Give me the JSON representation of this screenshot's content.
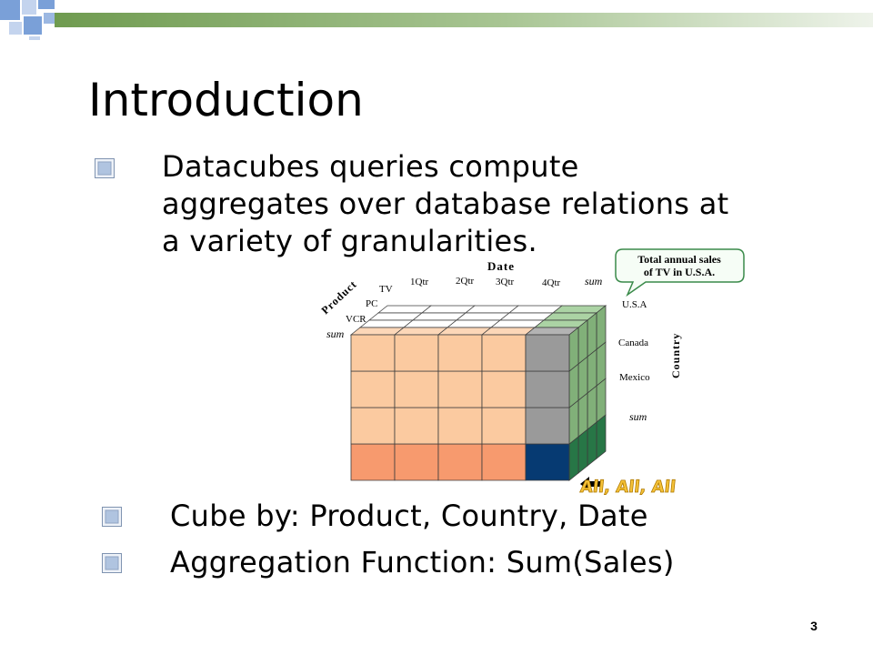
{
  "slide": {
    "title": "Introduction",
    "paragraph_lines": [
      "Datacubes queries compute",
      "aggregates over database relations at",
      "a variety of granularities."
    ],
    "bullets": [
      "Cube by: Product, Country, Date",
      "Aggregation Function: Sum(Sales)"
    ],
    "page_number": "3"
  },
  "diagram": {
    "date_axis_label": "Date",
    "date_labels": [
      "1Qtr",
      "2Qtr",
      "3Qtr",
      "4Qtr",
      "sum"
    ],
    "product_axis_label": "Product",
    "product_labels": [
      "TV",
      "PC",
      "VCR",
      "sum"
    ],
    "country_axis_label": "Country",
    "country_labels": [
      "U.S.A",
      "Canada",
      "Mexico",
      "sum"
    ],
    "callout_lines": [
      "Total annual sales",
      "of  TV in U.S.A."
    ],
    "all_label": "All, All, All"
  },
  "colors": {
    "title_bar_green": "#7aa35c",
    "bullet_blue": "#b0c4e0",
    "cell_peach": "#fbcaa0",
    "cell_orange": "#f79a6e",
    "cell_gray": "#9a9a9a",
    "cell_navy": "#063a72",
    "cell_green": "#8fc486",
    "cell_dark_green": "#2e8b52",
    "all_label_yellow": "#f5c238"
  }
}
